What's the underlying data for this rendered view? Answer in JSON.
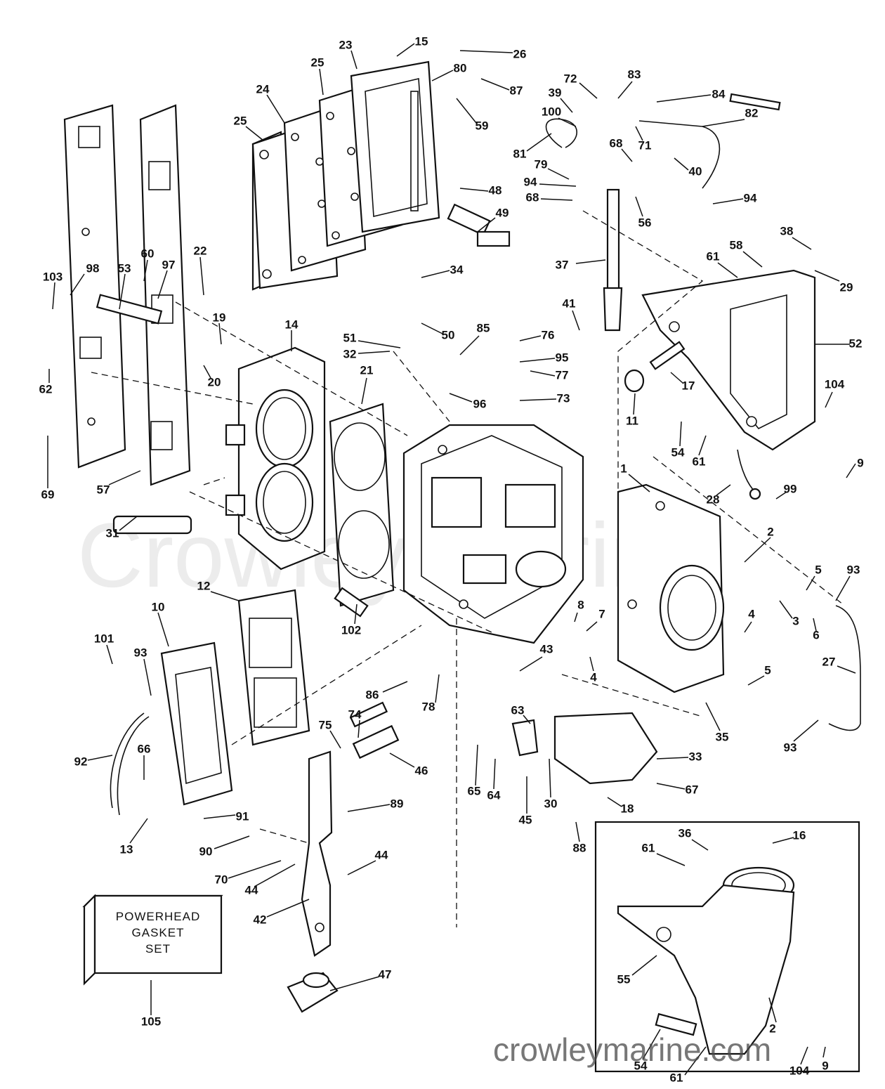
{
  "watermark_faint": "Crowley Marine",
  "watermark_site": "crowleymarine.com",
  "gasket_box": [
    "POWERHEAD",
    "GASKET",
    "SET"
  ],
  "callouts": [
    "1",
    "2",
    "2",
    "3",
    "4",
    "4",
    "5",
    "5",
    "6",
    "7",
    "8",
    "9",
    "9",
    "10",
    "11",
    "12",
    "13",
    "14",
    "15",
    "16",
    "17",
    "18",
    "19",
    "20",
    "21",
    "22",
    "23",
    "24",
    "25",
    "25",
    "26",
    "27",
    "28",
    "29",
    "30",
    "31",
    "32",
    "33",
    "34",
    "35",
    "36",
    "37",
    "38",
    "39",
    "40",
    "41",
    "42",
    "43",
    "44",
    "44",
    "45",
    "46",
    "47",
    "48",
    "49",
    "50",
    "51",
    "52",
    "53",
    "54",
    "54",
    "55",
    "56",
    "57",
    "58",
    "59",
    "60",
    "61",
    "61",
    "61",
    "61",
    "62",
    "63",
    "64",
    "65",
    "66",
    "67",
    "68",
    "68",
    "69",
    "70",
    "71",
    "72",
    "73",
    "74",
    "75",
    "76",
    "77",
    "78",
    "79",
    "80",
    "81",
    "82",
    "83",
    "84",
    "85",
    "86",
    "87",
    "88",
    "89",
    "90",
    "91",
    "92",
    "93",
    "93",
    "93",
    "94",
    "94",
    "95",
    "96",
    "97",
    "98",
    "99",
    "100",
    "101",
    "102",
    "103",
    "104",
    "104",
    "105"
  ]
}
